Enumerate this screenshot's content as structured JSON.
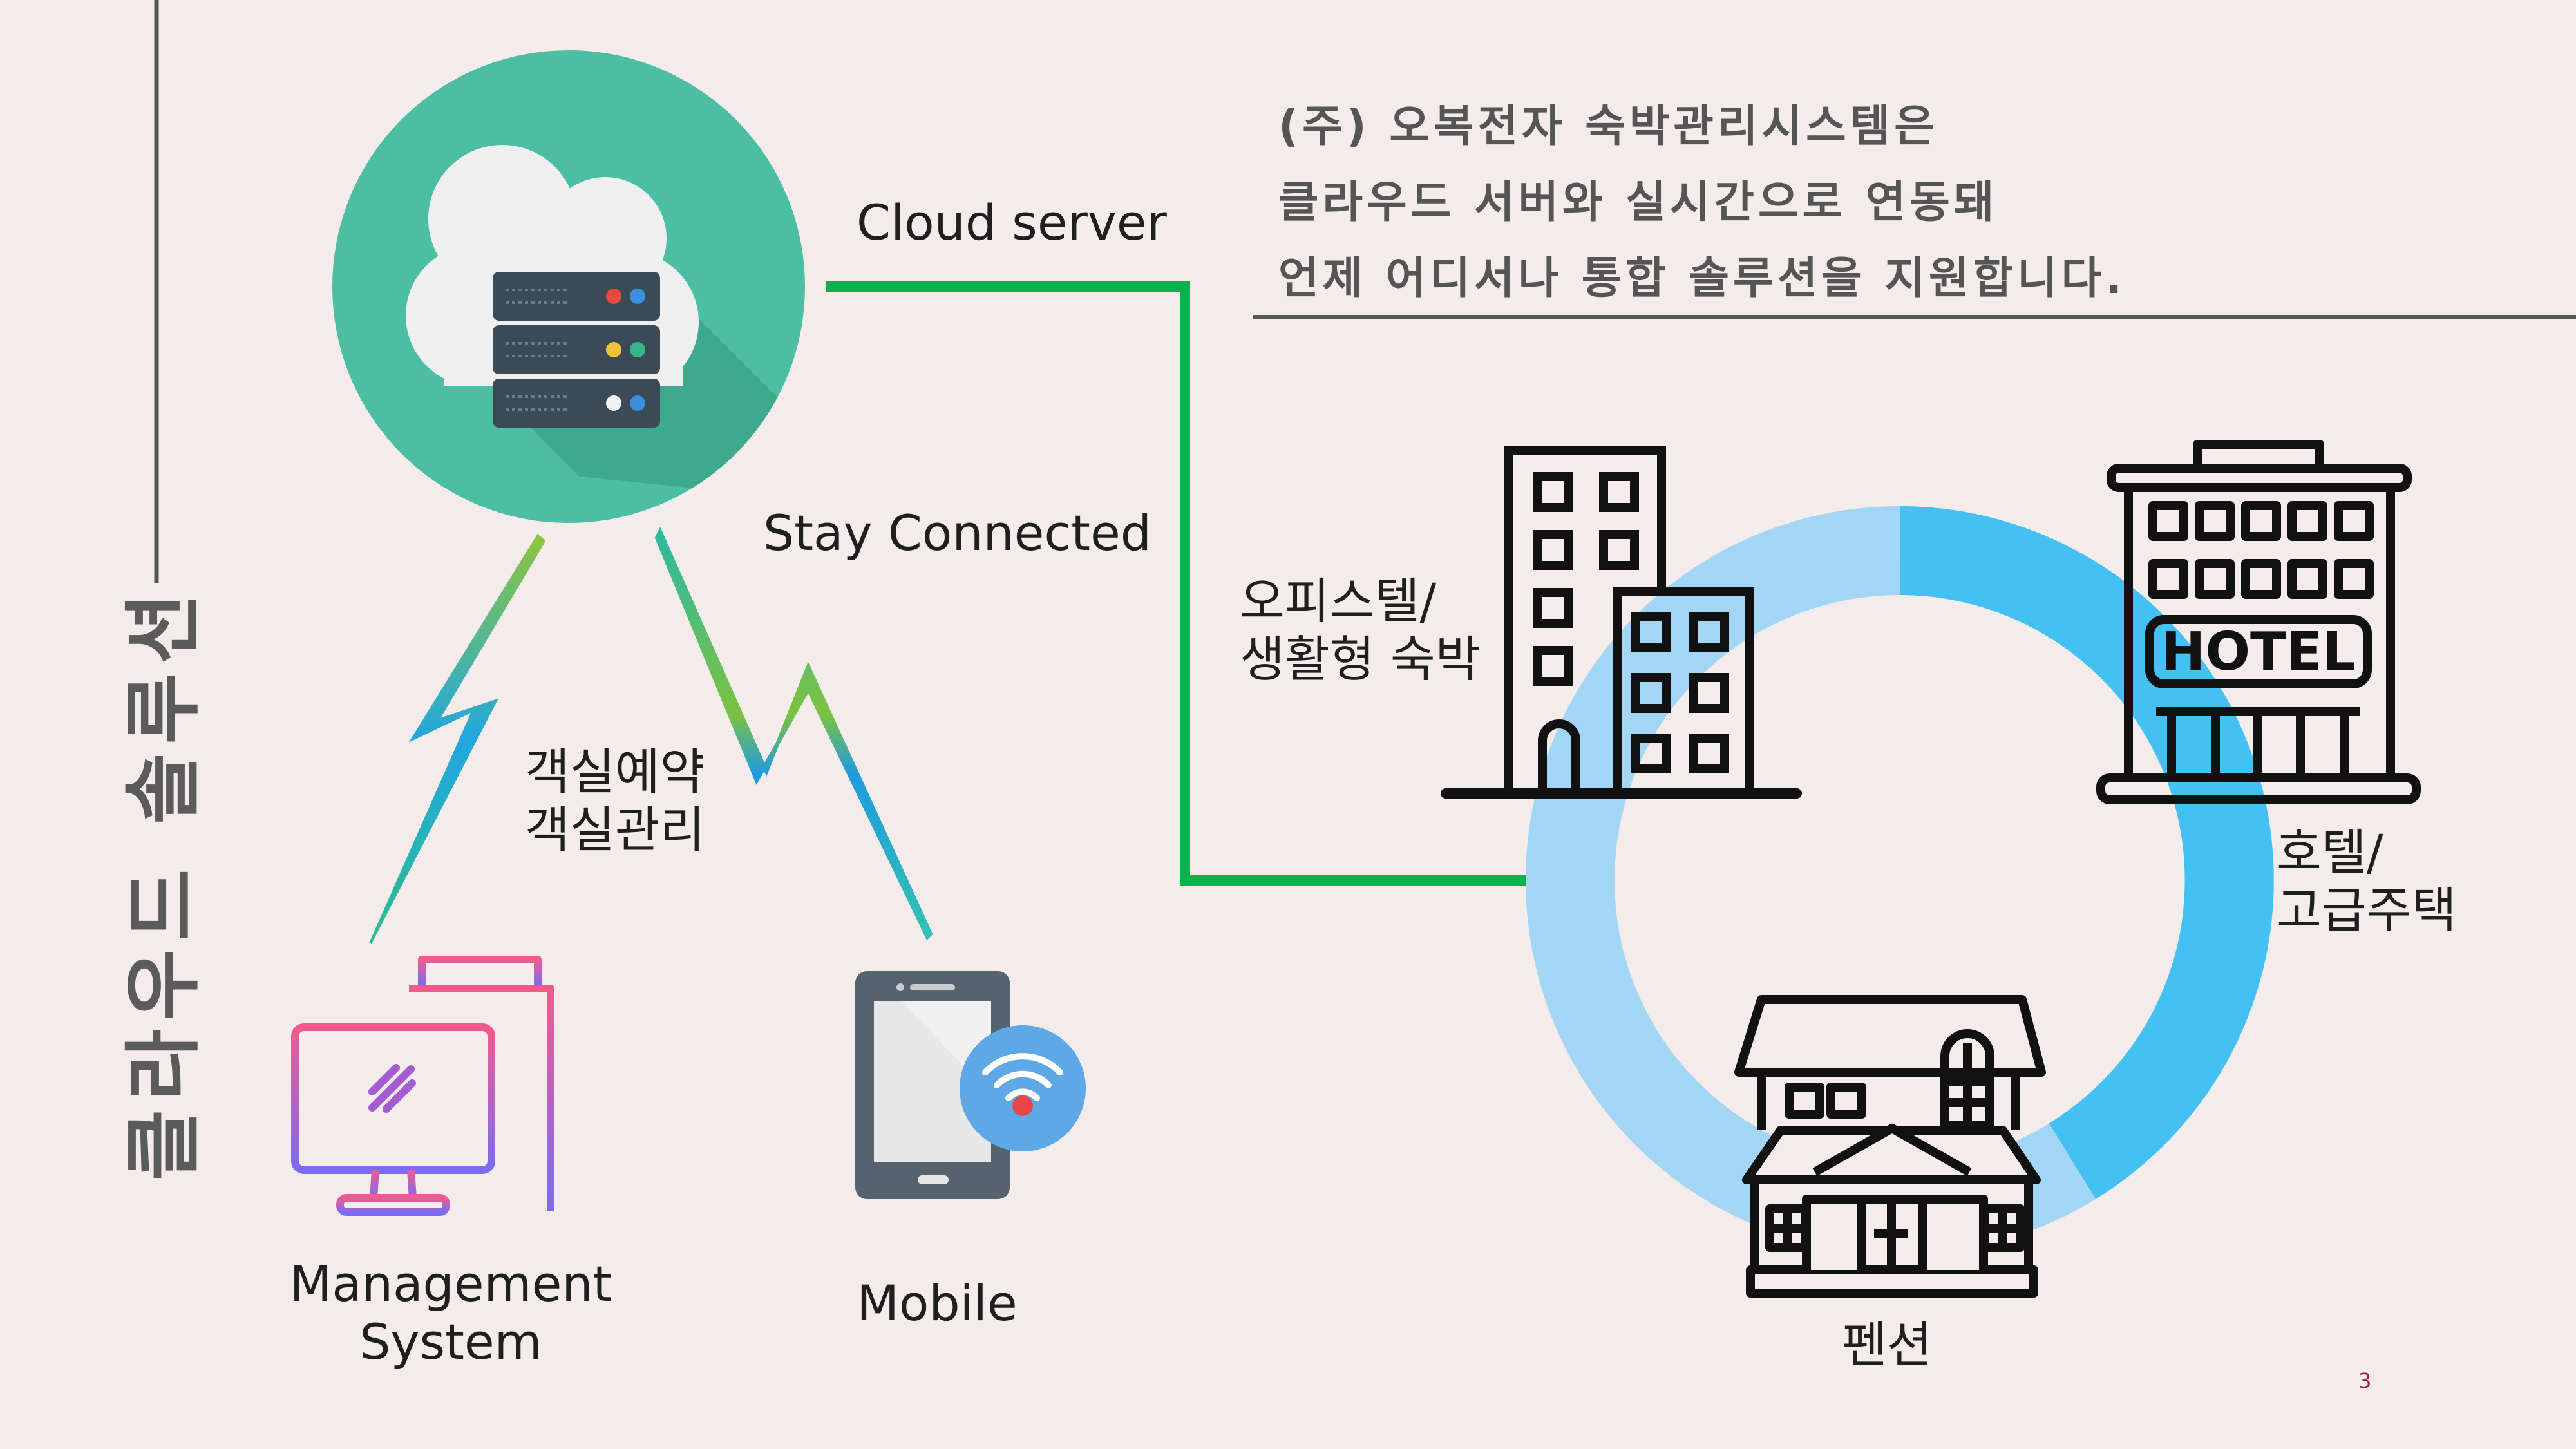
{
  "vertical_title": "클라우드 솔루션",
  "intro": {
    "line1": "(주) 오복전자 숙박관리시스템은",
    "line2": "클라우드 서버와 실시간으로 연동돼",
    "line3": "언제 어디서나 통합 솔루션을 지원합니다."
  },
  "labels": {
    "cloud_server": "Cloud server",
    "stay_connected": "Stay Connected",
    "booking_line1": "객실예약",
    "booking_line2": "객실관리",
    "management_line1": "Management",
    "management_line2": "System",
    "mobile": "Mobile",
    "officetel_line1": "오피스텔/",
    "officetel_line2": "생활형 숙박",
    "hotel_line1": "호텔/",
    "hotel_line2": "고급주택",
    "pension": "펜션",
    "hotel_sign": "HOTEL"
  },
  "page_number": "3",
  "colors": {
    "background": "#F3ECEA",
    "cloud_circle": "#4BBEA3",
    "connector_green": "#0DB14B",
    "ring_light": "#A3D6F5",
    "ring_dark": "#44C0F2",
    "rule": "#555555"
  },
  "icons": [
    "cloud-server-icon",
    "lightning-bolt-icon",
    "desktop-computer-icon",
    "smartphone-wifi-icon",
    "office-building-icon",
    "hotel-icon",
    "house-icon"
  ]
}
